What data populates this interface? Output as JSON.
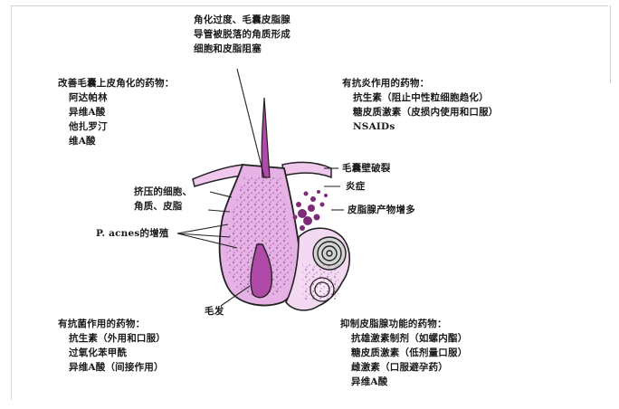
{
  "top_label": {
    "lines": [
      "角化过度、毛囊皮脂腺",
      "导管被脱落的角质形成",
      "细胞和皮脂阻塞"
    ]
  },
  "left_top_label": {
    "lines": [
      "改善毛囊上皮角化的药物：",
      "阿达帕林",
      "异维A酸",
      "他扎罗汀",
      "维A酸"
    ]
  },
  "right_top_label": {
    "lines": [
      "有抗炎作用的药物：",
      "抗生素（阻止中性粒细胞趋化）",
      "糖皮质激素（皮损内使用和口服）",
      "NSAIDs"
    ]
  },
  "inner_left_label": {
    "lines": [
      "挤压的细胞、",
      "角质、皮脂"
    ]
  },
  "pacnes_label": "P. acnes的增殖",
  "right_labels": {
    "rupture": "毛囊壁破裂",
    "inflammation": "炎症",
    "sebum": "皮脂腺产物增多"
  },
  "hair_label": "毛发",
  "left_bottom_label": {
    "lines": [
      "有抗菌作用的药物：",
      "抗生素（外用和口服）",
      "过氧化苯甲酰",
      "异维A酸（间接作用）"
    ]
  },
  "right_bottom_label": {
    "lines": [
      "抑制皮脂腺功能的药物：",
      "抗雄激素制剂（如螺内酯）",
      "糖皮质激素（低剂量口服）",
      "雌激素（口服避孕药）",
      "异维A酸"
    ]
  },
  "colors": {
    "skin_fill": "#f0c8ee",
    "follicle_fill": "#e6b2e6",
    "outline": "#222222",
    "hair_fill": "#b04aa8",
    "dots": "#8a3585",
    "inflammation": "#7d2a78",
    "gland_fill": "#bdbdbd"
  }
}
